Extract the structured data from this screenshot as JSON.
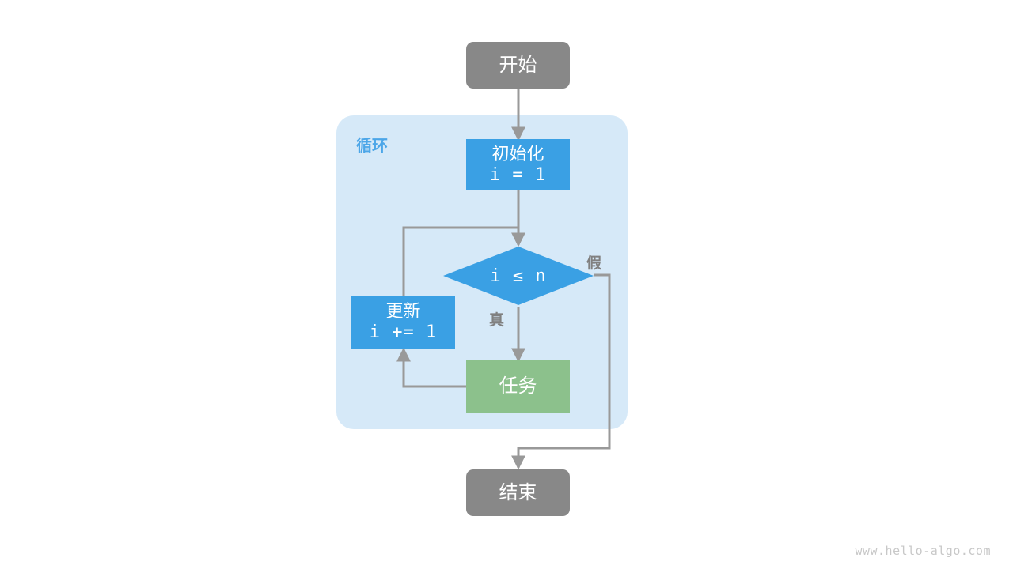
{
  "diagram": {
    "title": "for-loop-flowchart",
    "watermark": "www.hello-algo.com",
    "colors": {
      "terminal": "#888888",
      "process": "#3aa0e4",
      "task": "#8cc18c",
      "container": "#d6e9f8",
      "container_label": "#4ca6e8",
      "edge": "#999999",
      "edge_label": "#808080",
      "watermark": "#c8c8c8",
      "background": "#ffffff"
    },
    "loop_container": {
      "label": "循环"
    },
    "nodes": {
      "start": {
        "label": "开始",
        "shape": "rounded-rect"
      },
      "init": {
        "label": "初始化",
        "expression": "i = 1",
        "shape": "rect"
      },
      "condition": {
        "label": "i ≤ n",
        "shape": "diamond"
      },
      "update": {
        "label": "更新",
        "expression": "i += 1",
        "shape": "rect"
      },
      "task": {
        "label": "任务",
        "shape": "rect"
      },
      "end": {
        "label": "结束",
        "shape": "rounded-rect"
      }
    },
    "edges": {
      "true_label": "真",
      "false_label": "假"
    }
  }
}
